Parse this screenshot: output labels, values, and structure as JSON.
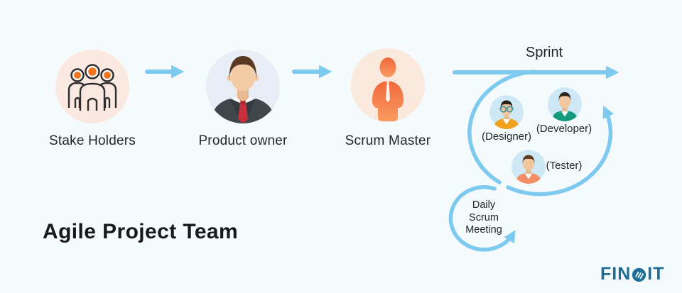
{
  "colors": {
    "background": "#f5fafd",
    "arrow_blue": "#7dc9f0",
    "stakeholders_circle_bg": "#fbe9e1",
    "stakeholder_head_orange": "#f4731f",
    "product_owner_circle_bg": "#e9edf6",
    "scrum_master_circle_bg": "#fce9dd",
    "scrum_master_orange": "#f3703f",
    "avatar_circle_bg": "#cfe8f5",
    "designer_shirt": "#f0a21c",
    "developer_shirt": "#149a7e",
    "tester_shirt": "#f58e66",
    "logo_blue": "#1e6d96"
  },
  "title": "Agile Project Team",
  "flow": {
    "nodes": [
      {
        "label": "Stake Holders"
      },
      {
        "label": "Product owner"
      },
      {
        "label": "Scrum Master"
      }
    ],
    "sprint_label": "Sprint"
  },
  "team": {
    "members": [
      {
        "label": "(Designer)"
      },
      {
        "label": "(Developer)"
      },
      {
        "label": "(Tester)"
      }
    ],
    "meeting_lines": [
      "Daily",
      "Scrum",
      "Meeting"
    ]
  },
  "logo": {
    "left": "FIN",
    "right": "IT"
  }
}
